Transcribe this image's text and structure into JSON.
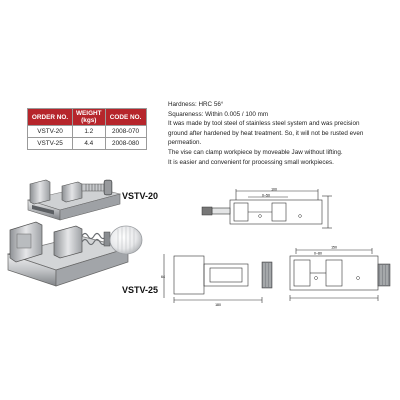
{
  "table": {
    "headers": [
      {
        "line1": "ORDER NO.",
        "line2": ""
      },
      {
        "line1": "WEIGHT",
        "line2": "(kgs)"
      },
      {
        "line1": "CODE NO.",
        "line2": ""
      }
    ],
    "rows": [
      [
        "VSTV-20",
        "1.2",
        "2008-070"
      ],
      [
        "VSTV-25",
        "4.4",
        "2008-080"
      ]
    ]
  },
  "description": {
    "hardness": "Hardness: HRC 56°",
    "squareness": "Squareness: Within 0.005 / 100 mm",
    "line1": "It was made by tool steel of stainless steel system and was precision",
    "line2": "ground after hardened by heat treatment. So, it will not be rusted even",
    "line3": "permeation.",
    "line4": "The vise can clamp workpiece by moveable Jaw without lifting.",
    "line5": "It is easier and convenient for processing small workpieces."
  },
  "models": {
    "small": "VSTV-20",
    "large": "VSTV-25"
  },
  "drawing_labels": {
    "small_dim": "100",
    "small_dim2": "0~50",
    "large_dim": "64",
    "large_dim2": "150",
    "large_dim3": "0~80",
    "large_dim4": "180"
  },
  "colors": {
    "header_red": "#b6252b",
    "metal_light": "#d9dadb",
    "metal_mid": "#a9abae",
    "metal_dark": "#6f7276"
  }
}
